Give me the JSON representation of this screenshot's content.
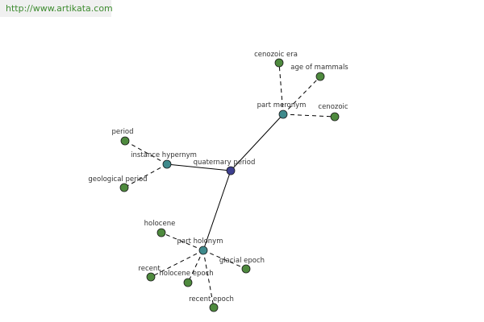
{
  "watermark": {
    "url": "http://www.artikata.com"
  },
  "colors": {
    "root": "#3d3f8f",
    "relation": "#3f8a8c",
    "leaf": "#4e8a3e"
  },
  "graph": {
    "root": {
      "label": "quaternary period"
    },
    "relations": [
      {
        "label": "part meronym"
      },
      {
        "label": "instance hypernym"
      },
      {
        "label": "part holonym"
      }
    ],
    "leaves": [
      {
        "label": "cenozoic era"
      },
      {
        "label": "age of mammals"
      },
      {
        "label": "cenozoic"
      },
      {
        "label": "period"
      },
      {
        "label": "geological period"
      },
      {
        "label": "holocene"
      },
      {
        "label": "glacial epoch"
      },
      {
        "label": "recent"
      },
      {
        "label": "holocene epoch"
      },
      {
        "label": "recent epoch"
      }
    ]
  }
}
